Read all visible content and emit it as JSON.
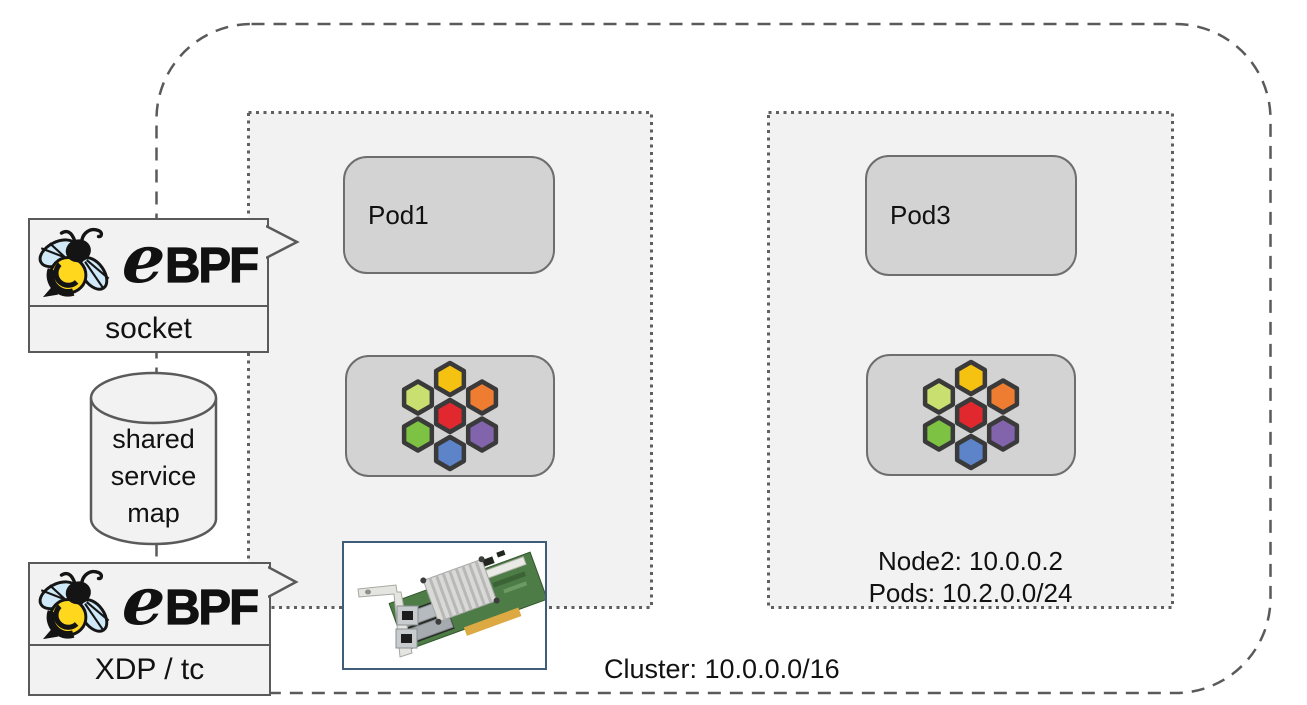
{
  "cluster": {
    "label": "Cluster: 10.0.0.0/16"
  },
  "nodes": [
    {
      "pod_label": "Pod1"
    },
    {
      "pod_label": "Pod3",
      "info_line1": "Node2: 10.0.0.2",
      "info_line2": "Pods: 10.2.0.0/24"
    }
  ],
  "ebpf": {
    "logo_e": "e",
    "logo_bpf": "BPF",
    "socket_label": "socket",
    "xdp_label": "XDP / tc"
  },
  "shared_map": {
    "line1": "shared",
    "line2": "service",
    "line3": "map"
  },
  "colors": {
    "diagram_gray": "#f2f2f2",
    "box_gray": "#d3d3d3",
    "outline": "#5a5a5a",
    "bee_yellow": "#ffd81e",
    "wing_blue": "#cfe9f8",
    "nic_border": "#3f5c78",
    "cilium_outline": "#3a3a3a",
    "cilium_center": "#e0282e",
    "cilium_top": "#f5c211",
    "cilium_top_right": "#ee7c31",
    "cilium_bottom_right": "#8264ad",
    "cilium_bottom": "#5d83c9",
    "cilium_bottom_left": "#7dc242",
    "cilium_top_left": "#c9df70"
  }
}
